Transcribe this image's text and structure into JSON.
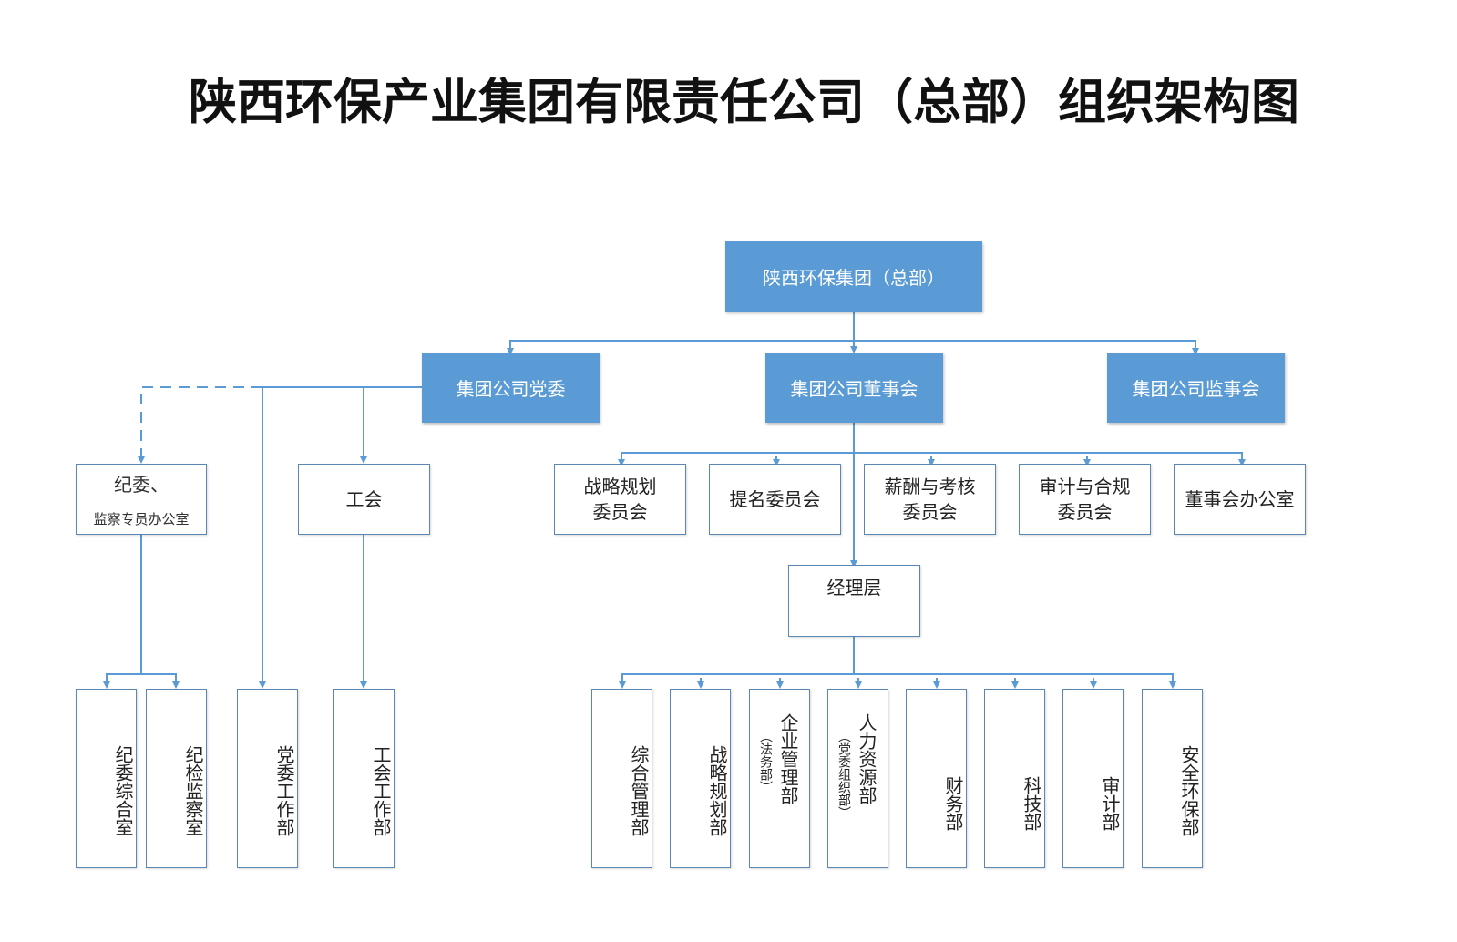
{
  "title": "陕西环保产业集团有限责任公司（总部）组织架构图",
  "colors": {
    "node_fill": "#5b9bd5",
    "node_border": "#5b87b6",
    "connector": "#5b9bd5"
  },
  "nodes": {
    "hq": "陕西环保集团（总部）",
    "party": "集团公司党委",
    "board": "集团公司董事会",
    "supervisory": "集团公司监事会",
    "discipline_line1": "纪委、",
    "discipline_line2": "监察专员办公室",
    "union": "工会",
    "strategy_committee": "战略规划\n委员会",
    "nomination_committee": "提名委员会",
    "compensation_committee": "薪酬与考核\n委员会",
    "audit_committee": "审计与合规\n委员会",
    "board_office": "董事会办公室",
    "management": "经理层"
  },
  "departments": {
    "discipline_office": "纪委综合室",
    "inspection_office": "纪检监察室",
    "party_work": "党委工作部",
    "union_work": "工会工作部",
    "general_mgmt": "综合管理部",
    "strategy_planning": "战略规划部",
    "enterprise_mgmt": "企业管理部",
    "enterprise_mgmt_note": "（法务部）",
    "hr": "人力资源部",
    "hr_note": "（党委组织部）",
    "finance": "财务部",
    "technology": "科技部",
    "audit": "审计部",
    "safety_env": "安全环保部"
  }
}
